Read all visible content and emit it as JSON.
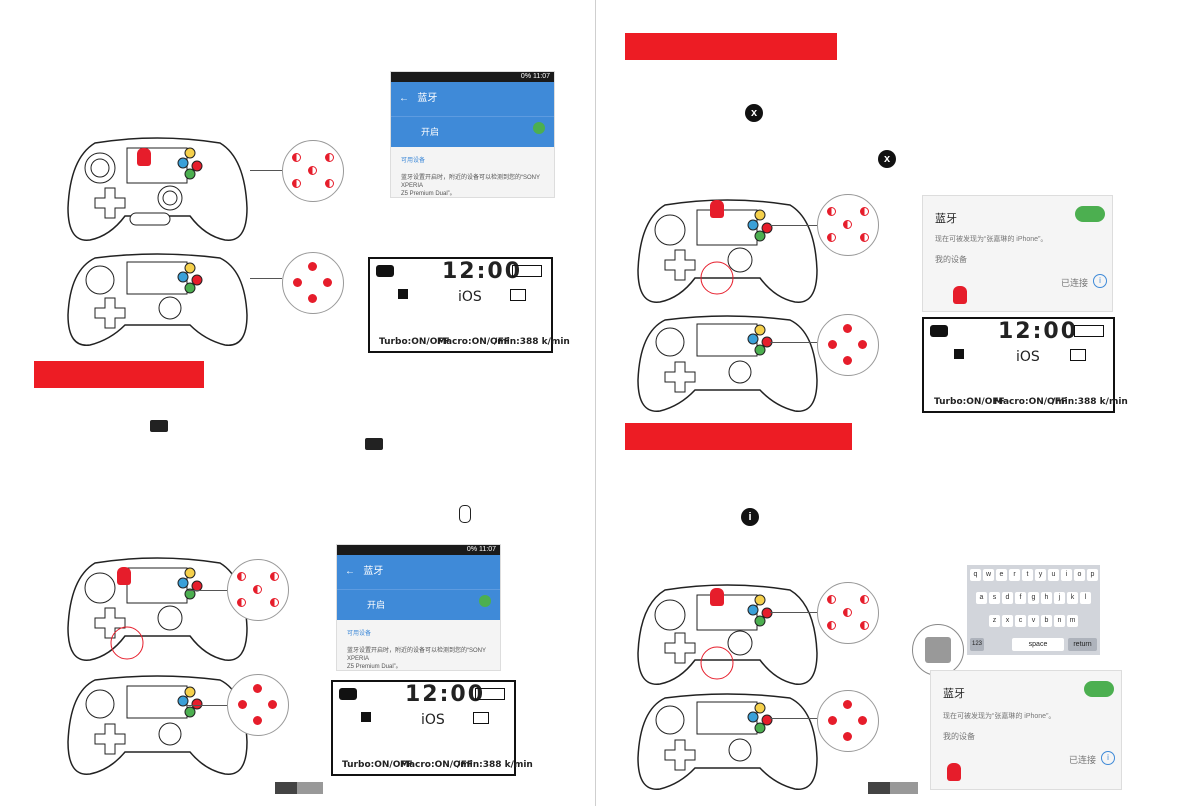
{
  "phone_left_top": {
    "status_time": "11:07",
    "status_battery": "0%",
    "title": "蓝牙",
    "toggle_label": "开启",
    "section": "可用设备",
    "desc_line1": "蓝牙设置开启时，附近的设备可以检测到您的“SONY XPERIA",
    "desc_line2": "Z5 Premium Dual”。"
  },
  "phone_left_bottom": {
    "status_time": "11:07",
    "status_battery": "0%",
    "title": "蓝牙",
    "toggle_label": "开启",
    "section": "可用设备",
    "desc_line1": "蓝牙设置开启时，附近的设备可以检测到您的“SONY XPERIA",
    "desc_line2": "Z5 Premium Dual”。"
  },
  "lcd": {
    "time": "12:00",
    "ios": "iOS",
    "turbo": "Turbo:ON/OFF",
    "macro": "Macro:ON/OFF",
    "rate": "/min:388 k/min"
  },
  "ios_top": {
    "title": "蓝牙",
    "line1": "现在可被发现为“张嘉琳的 iPhone”。",
    "my_devices": "我的设备",
    "connected": "已连接"
  },
  "ios_bottom": {
    "title": "蓝牙",
    "line1": "现在可被发现为“张嘉琳的 iPhone”。",
    "my_devices": "我的设备",
    "connected": "已连接"
  },
  "keyboard": {
    "row1": [
      "q",
      "w",
      "e",
      "r",
      "t",
      "y",
      "u",
      "i",
      "o",
      "p"
    ],
    "row2": [
      "a",
      "s",
      "d",
      "f",
      "g",
      "h",
      "j",
      "k",
      "l"
    ],
    "row3": [
      "z",
      "x",
      "c",
      "v",
      "b",
      "n",
      "m"
    ],
    "space": "space",
    "return": "return",
    "num": "123"
  },
  "icons": {
    "x_glyph": "x",
    "i_glyph": "i"
  },
  "colors": {
    "accent_red": "#ed1c24",
    "android_blue": "#3f8ad8",
    "toggle_green": "#4caf50"
  }
}
